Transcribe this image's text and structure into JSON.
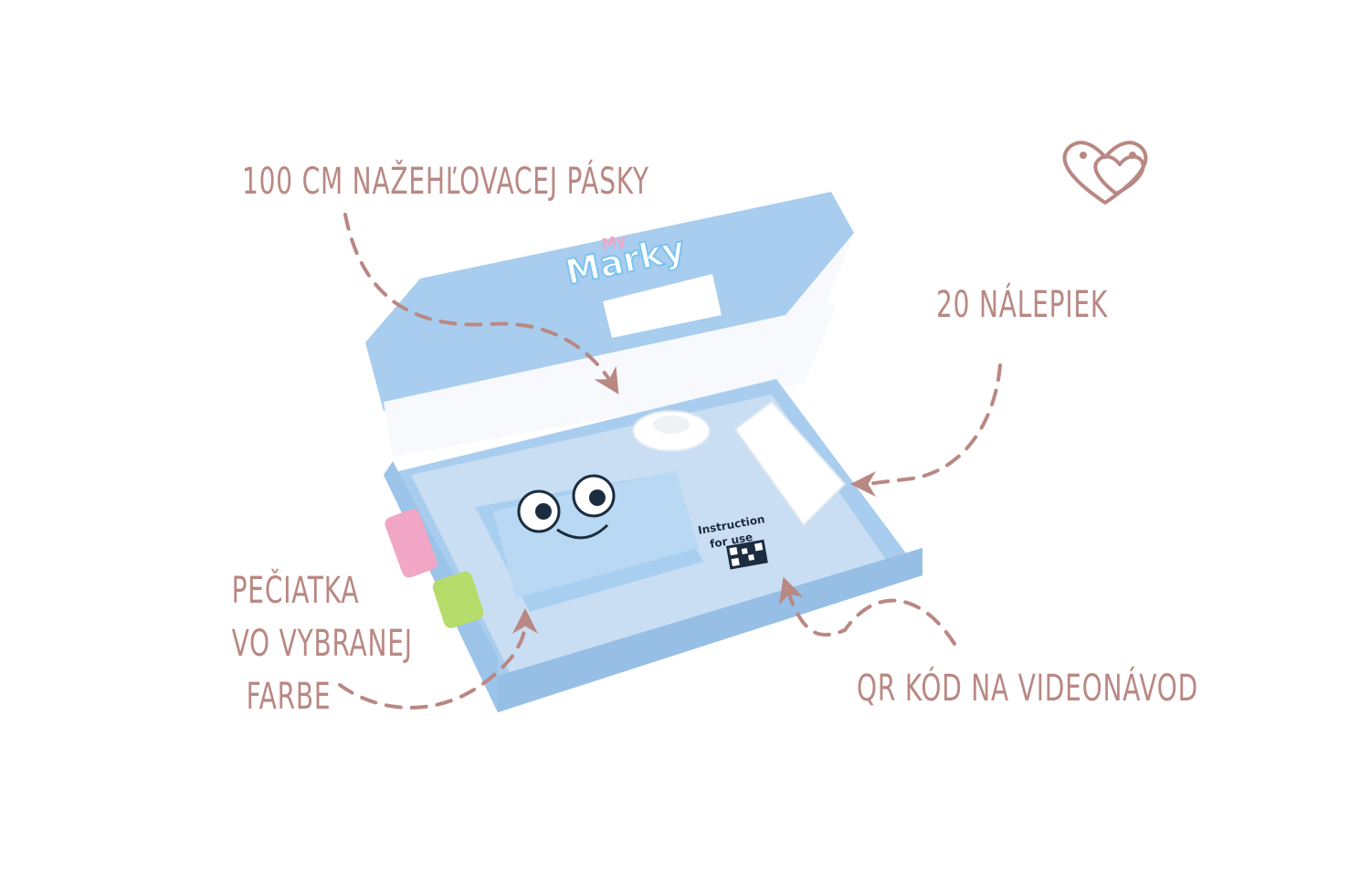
{
  "callouts": {
    "tape": "100 cm nažehľovacej pásky",
    "stickers": "20 nálepiek",
    "stamp_line1": "pečiatka",
    "stamp_line2": "vo vybranej",
    "stamp_line3": "farbe",
    "qr": "QR kód na videonávod"
  },
  "product": {
    "brand_small": "My",
    "brand_big": "Marky",
    "instruction_line1": "Instruction",
    "instruction_line2": "for use"
  },
  "icons": {
    "logo": "double-heart-logo-icon"
  },
  "colors": {
    "accent": "#b98883",
    "box_blue": "#a8cdee",
    "box_inner": "#f4f7fb",
    "background": "#ffffff"
  }
}
